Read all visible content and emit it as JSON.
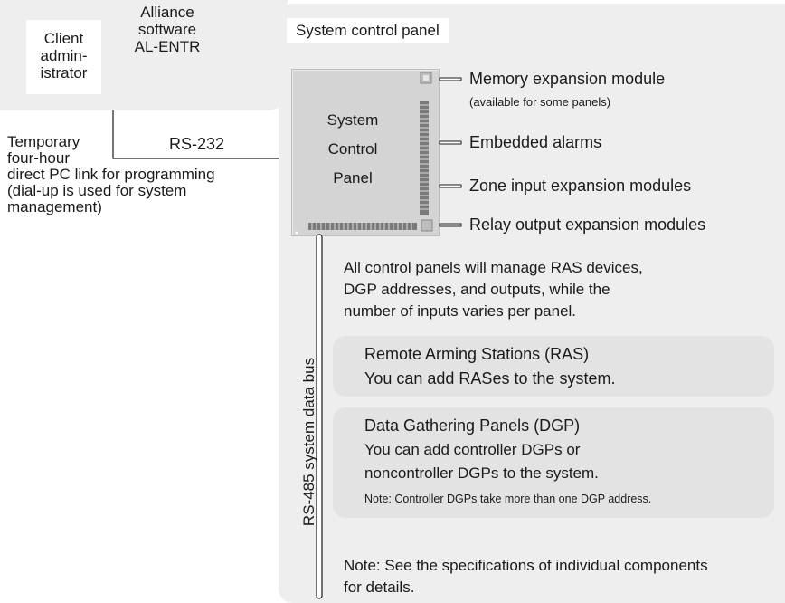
{
  "client_group": {
    "client_label": "Client\nadmin-\nistrator",
    "alliance_label": "Alliance\nsoftware\nAL-ENTR"
  },
  "link": {
    "temporary_label": "Temporary\nfour-hour\ndirect PC link for programming\n(dial-up is used for system\nmanagement)",
    "rs232_label": "RS-232"
  },
  "system_panel": {
    "title": "System control panel",
    "panel_label": "System\nControl\nPanel",
    "callouts": [
      {
        "label": "Memory expansion module",
        "sub": "(available for some panels)"
      },
      {
        "label": "Embedded alarms",
        "sub": ""
      },
      {
        "label": "Zone input expansion modules",
        "sub": ""
      },
      {
        "label": "Relay output expansion modules",
        "sub": ""
      }
    ],
    "manage_text": "All control panels will manage RAS devices,\nDGP addresses, and outputs, while the\nnumber of inputs varies per panel."
  },
  "bus": {
    "label": "RS-485 system data bus"
  },
  "ras": {
    "title": "Remote Arming Stations (RAS)",
    "desc": "You can add RASes to the system."
  },
  "dgp": {
    "title": "Data Gathering Panels (DGP)",
    "desc": "You can add controller DGPs or\nnoncontroller DGPs to the system.",
    "note": "Note: Controller DGPs take more than one DGP address."
  },
  "footer_note": "Note: See the specifications of individual components\nfor details."
}
